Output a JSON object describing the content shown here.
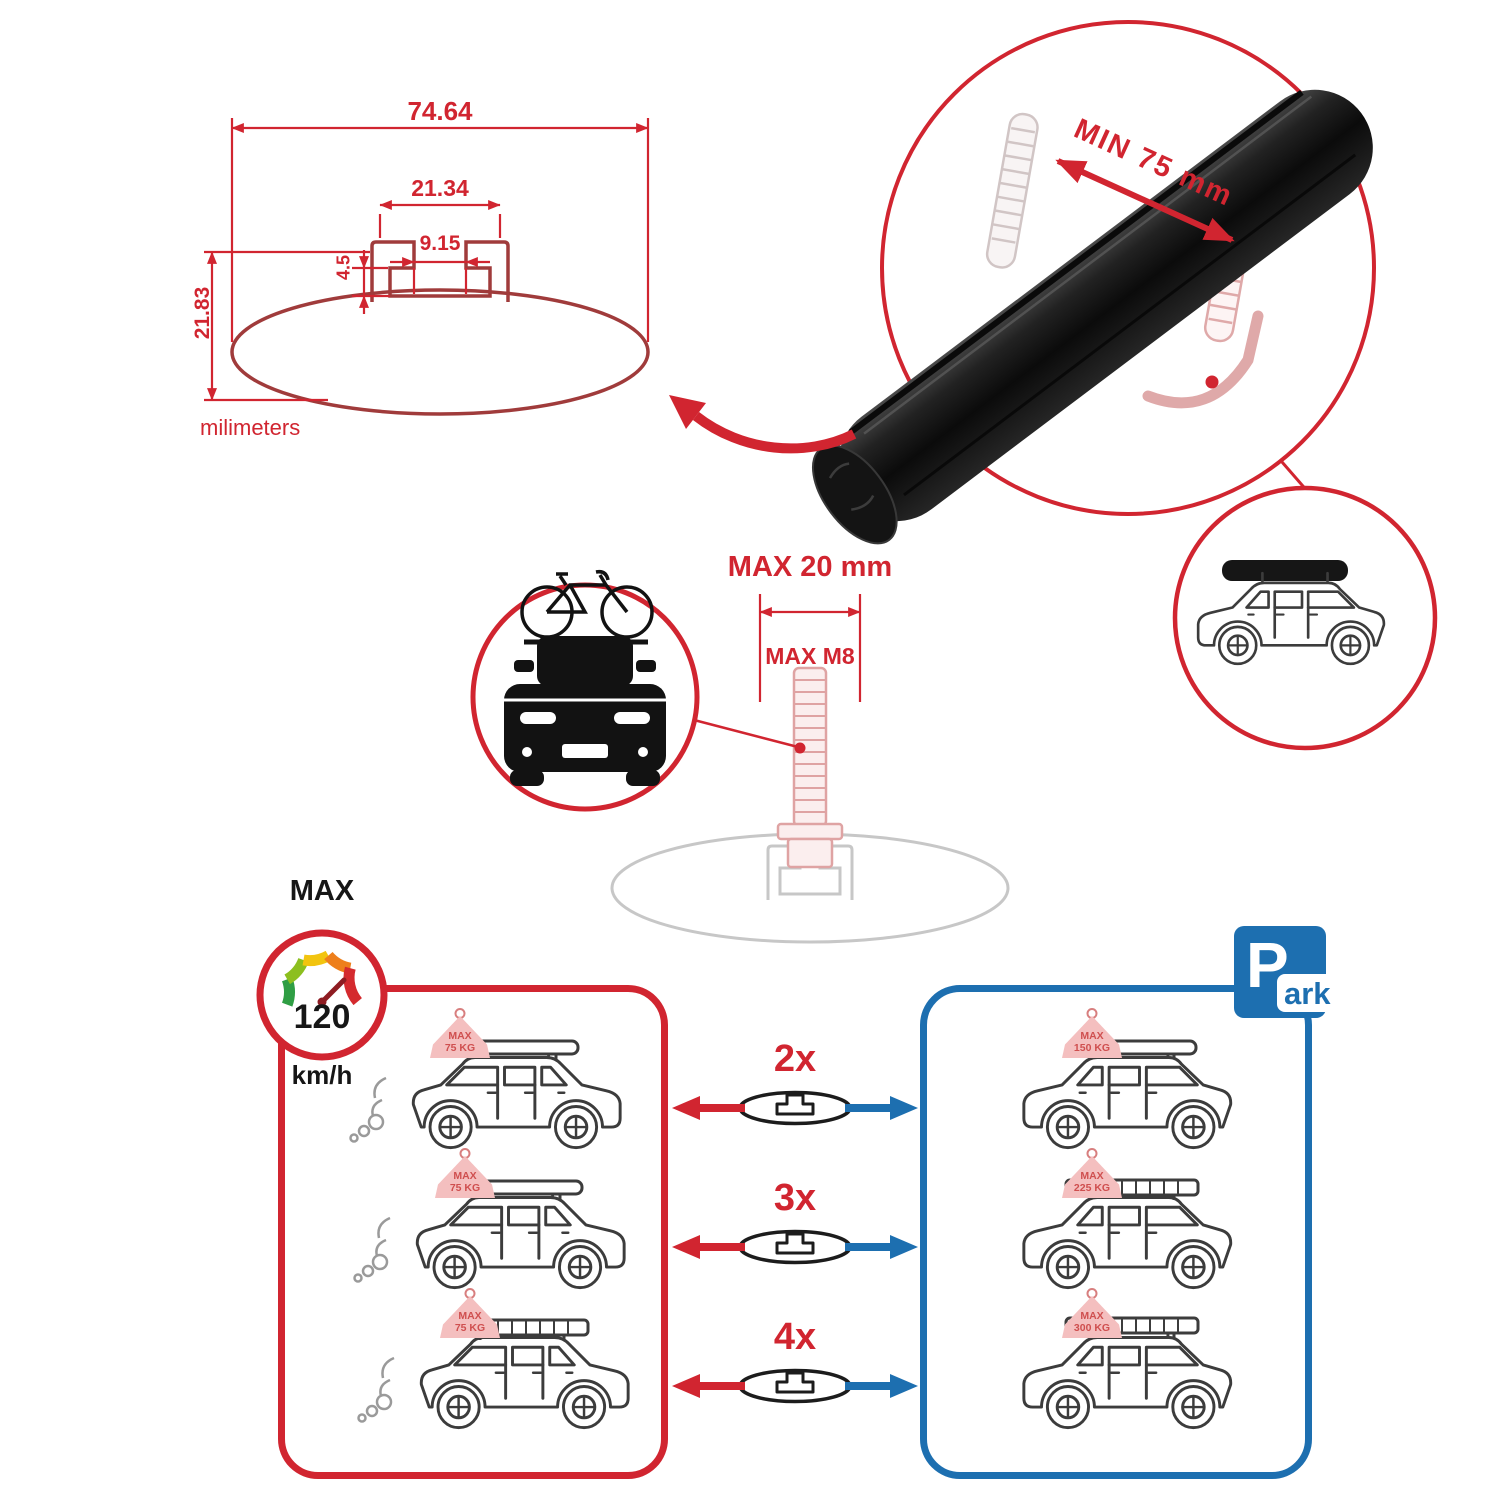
{
  "colors": {
    "red": "#d12530",
    "blue": "#1d6fb0",
    "maroon": "#a03b3b",
    "bar_black": "#0b0b0b",
    "faded_pink": "#dfa9a9",
    "ghost_gray": "#c7c7c7"
  },
  "cross_section": {
    "total_width": "74.64",
    "channel_width": "21.34",
    "slot_width": "9.15",
    "lip_depth": "4.5",
    "total_height": "21.83",
    "units": "milimeters"
  },
  "bar_detail": {
    "min_span": "MIN 75 mm"
  },
  "bolt": {
    "max_width": "MAX 20 mm",
    "max_thread": "MAX M8"
  },
  "speed": {
    "label": "MAX",
    "value": "120",
    "unit": "km/h"
  },
  "multipliers": [
    {
      "label": "2x"
    },
    {
      "label": "3x"
    },
    {
      "label": "4x"
    }
  ],
  "driving_cars": [
    {
      "line1": "MAX",
      "line2": "75 KG"
    },
    {
      "line1": "MAX",
      "line2": "75 KG"
    },
    {
      "line1": "MAX",
      "line2": "75 KG"
    }
  ],
  "parking_cars": [
    {
      "line1": "MAX",
      "line2": "150 KG"
    },
    {
      "line1": "MAX",
      "line2": "225 KG"
    },
    {
      "line1": "MAX",
      "line2": "300 KG"
    }
  ],
  "park_sign": {
    "p": "P",
    "ark": "ark"
  }
}
